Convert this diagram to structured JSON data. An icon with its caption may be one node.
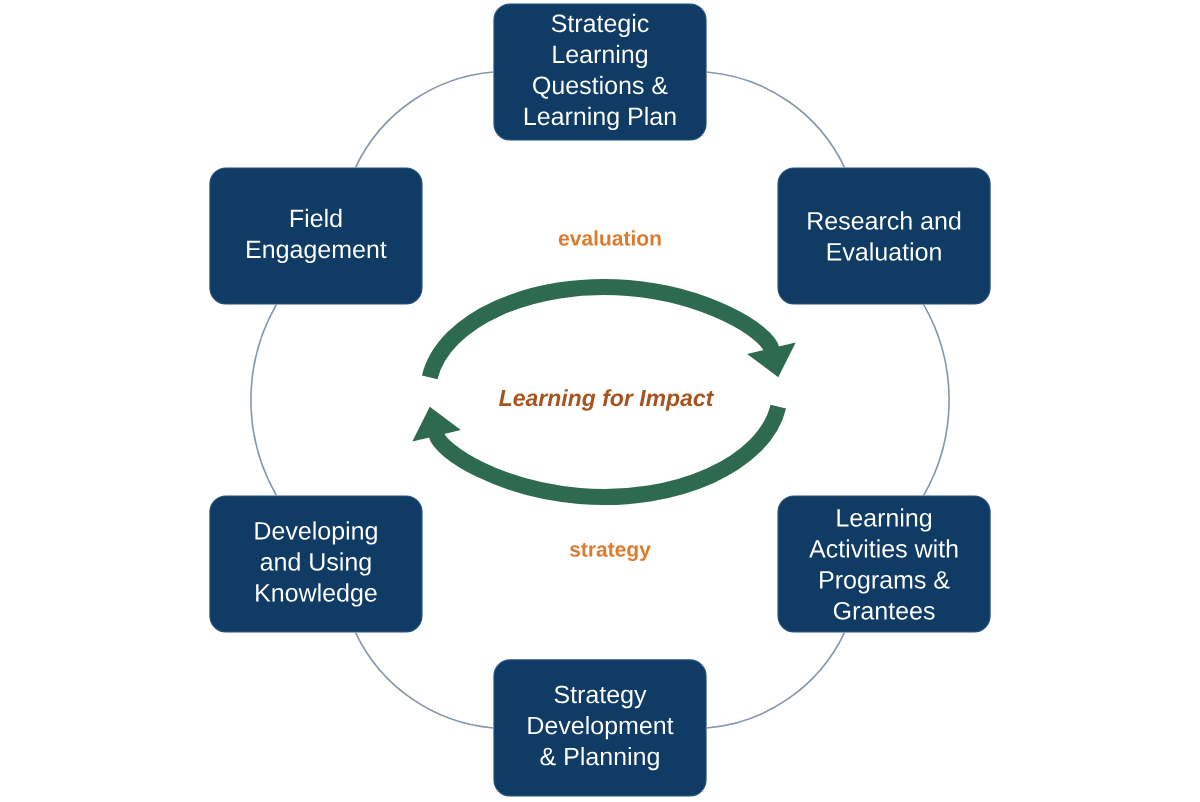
{
  "diagram": {
    "nodes": [
      {
        "text": [
          "Strategic Learning Questions & Learning Plan"
        ]
      },
      {
        "text": [
          "Research and Evaluation"
        ]
      },
      {
        "text": [
          "Learning Activities with Programs & Grantees"
        ]
      },
      {
        "text": [
          "Strategy Development & Planning"
        ]
      },
      {
        "text": [
          "Developing and Using Knowledge"
        ]
      },
      {
        "text": [
          "Field Engagement"
        ]
      }
    ],
    "edges": [
      {
        "from": 0,
        "to": 1,
        "arrow": "none"
      },
      {
        "from": 1,
        "to": 2,
        "arrow": "none"
      },
      {
        "from": 2,
        "to": 3,
        "arrow": "none"
      },
      {
        "from": 3,
        "to": 4,
        "arrow": "none"
      },
      {
        "from": 4,
        "to": 5,
        "arrow": "none"
      },
      {
        "from": 5,
        "to": 0,
        "arrow": "none"
      },
      {
        "from": 5,
        "to": 1,
        "arrow": "to",
        "style": "thick",
        "color": "#2d6a4f"
      },
      {
        "from": 2,
        "to": 4,
        "arrow": "to",
        "style": "thick",
        "color": "#2d6a4f"
      }
    ],
    "labels": [
      "evaluation",
      "Learning for Impact",
      "strategy"
    ]
  }
}
